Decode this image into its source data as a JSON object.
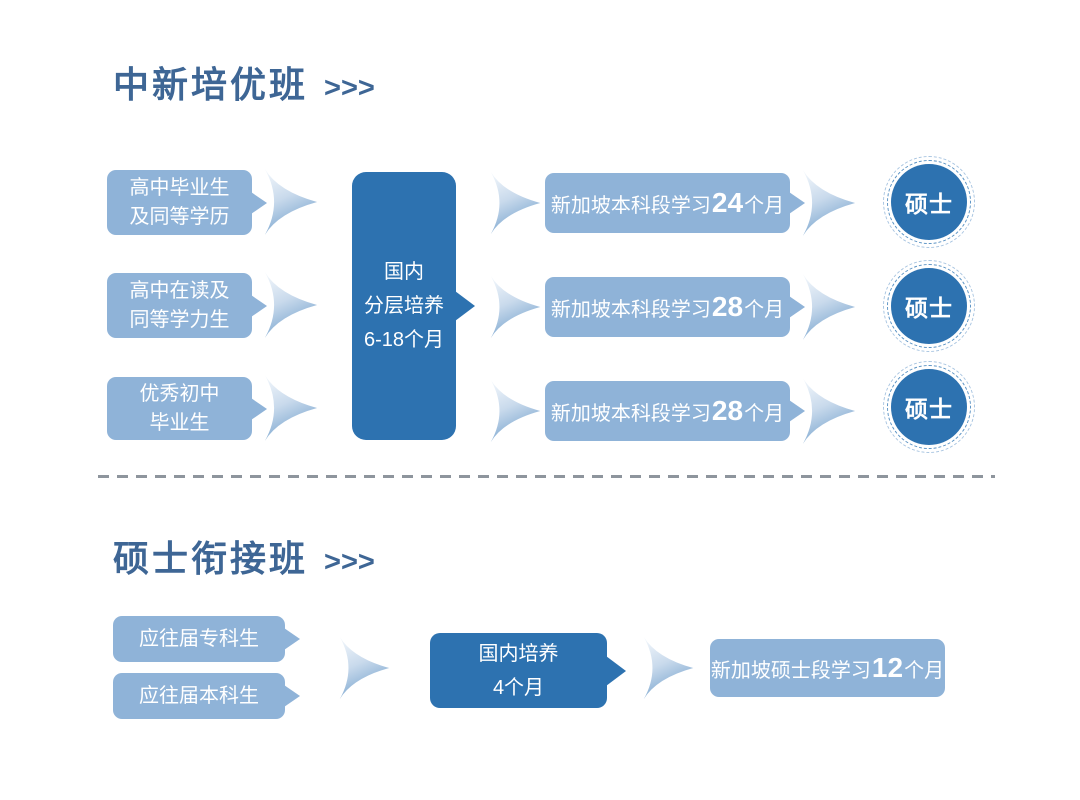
{
  "colors": {
    "light_blue": "#8fb3d8",
    "dark_blue": "#2d72b0",
    "title_blue": "#3e6695",
    "divider_gray": "#8e959d"
  },
  "section1": {
    "title": "中新培优班",
    "title_arrows": ">>>",
    "center_box": {
      "line1": "国内",
      "line2": "分层培养",
      "line3": "6-18个月"
    },
    "rows": [
      {
        "source_line1": "高中毕业生",
        "source_line2": "及同等学历",
        "study": {
          "prefix": "新加坡本科段学习",
          "months": "24",
          "suffix": "个月"
        },
        "outcome": "硕士"
      },
      {
        "source_line1": "高中在读及",
        "source_line2": "同等学力生",
        "study": {
          "prefix": "新加坡本科段学习",
          "months": "28",
          "suffix": "个月"
        },
        "outcome": "硕士"
      },
      {
        "source_line1": "优秀初中",
        "source_line2": "毕业生",
        "study": {
          "prefix": "新加坡本科段学习",
          "months": "28",
          "suffix": "个月"
        },
        "outcome": "硕士"
      }
    ]
  },
  "section2": {
    "title": "硕士衔接班",
    "title_arrows": ">>>",
    "sources": [
      "应往届专科生",
      "应往届本科生"
    ],
    "center_box": {
      "line1": "国内培养",
      "line2": "4个月"
    },
    "study": {
      "prefix": "新加坡硕士段学习",
      "months": "12",
      "suffix": "个月"
    }
  }
}
